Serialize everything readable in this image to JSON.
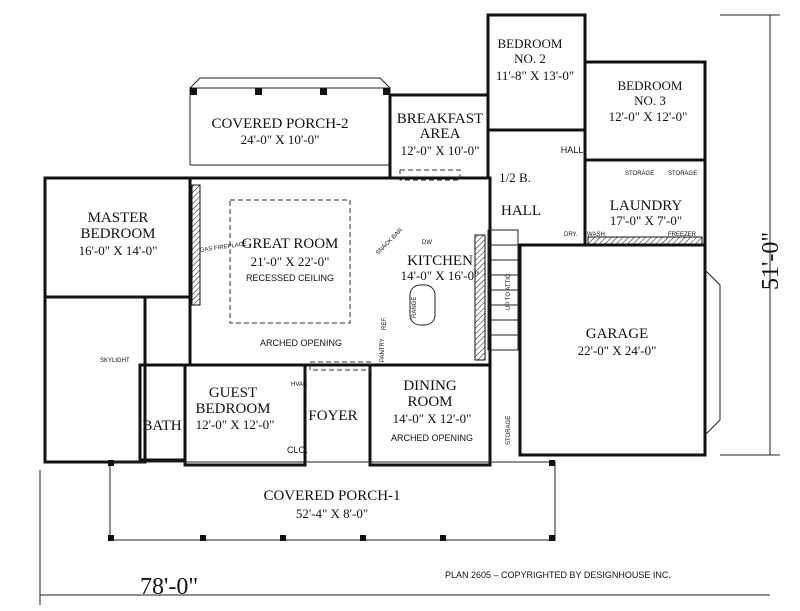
{
  "plan": {
    "overall_width": "78'-0\"",
    "overall_depth": "51'-0\"",
    "copyright": "PLAN 2605 – COPYRIGHTED BY DESIGNHOUSE INC."
  },
  "rooms": {
    "master_bedroom": {
      "name": "MASTER",
      "name2": "BEDROOM",
      "size": "16'-0\" X 14'-0\""
    },
    "covered_porch_2": {
      "name": "COVERED PORCH-2",
      "size": "24'-0\" X 10'-0\""
    },
    "breakfast": {
      "name": "BREAKFAST",
      "name2": "AREA",
      "size": "12'-0\" X 10'-0\""
    },
    "bedroom_2": {
      "name": "BEDROOM",
      "name2": "NO. 2",
      "size": "11'-8\" X 13'-0\""
    },
    "bedroom_3": {
      "name": "BEDROOM",
      "name2": "NO. 3",
      "size": "12'-0\" X 12'-0\""
    },
    "great_room": {
      "name": "GREAT ROOM",
      "size": "21'-0\" X 22'-0\"",
      "note": "RECESSED CEILING"
    },
    "kitchen": {
      "name": "KITCHEN",
      "size": "14'-0\" X 16'-0\""
    },
    "laundry": {
      "name": "LAUNDRY",
      "size": "17'-0\" X 7'-0\""
    },
    "garage": {
      "name": "GARAGE",
      "size": "22'-0\" X 24'-0\""
    },
    "dining": {
      "name": "DINING",
      "name2": "ROOM",
      "size": "14'-0\" X 12'-0\"",
      "note": "ARCHED OPENING"
    },
    "guest_bedroom": {
      "name": "GUEST",
      "name2": "BEDROOM",
      "size": "12'-0\" X 12'-0\""
    },
    "foyer": {
      "name": "FOYER"
    },
    "bath": {
      "name": "BATH"
    },
    "half_bath": {
      "name": "1/2 B."
    },
    "hall": {
      "name": "HALL"
    },
    "hall_upper": {
      "name": "HALL"
    },
    "covered_porch_1": {
      "name": "COVERED PORCH-1",
      "size": "52'-4\" X 8'-0\""
    }
  },
  "labels": {
    "gas_fireplace": "GAS FIREPLACE",
    "arched_opening": "ARCHED OPENING",
    "snack_bar": "SNACK BAR",
    "dw": "DW",
    "range": "RANGE",
    "ref": "REF.",
    "pantry": "PANTRY",
    "skylight": "SKYLIGHT",
    "hvac": "HVAC",
    "clo": "CLO.",
    "storage_1": "STORAGE",
    "storage_2": "STORAGE",
    "storage_garage": "STORAGE",
    "dryer": "DRY.",
    "washer": "WASH",
    "freezer": "FREEZER",
    "up_to_attic": "UP TO ATTIC"
  }
}
